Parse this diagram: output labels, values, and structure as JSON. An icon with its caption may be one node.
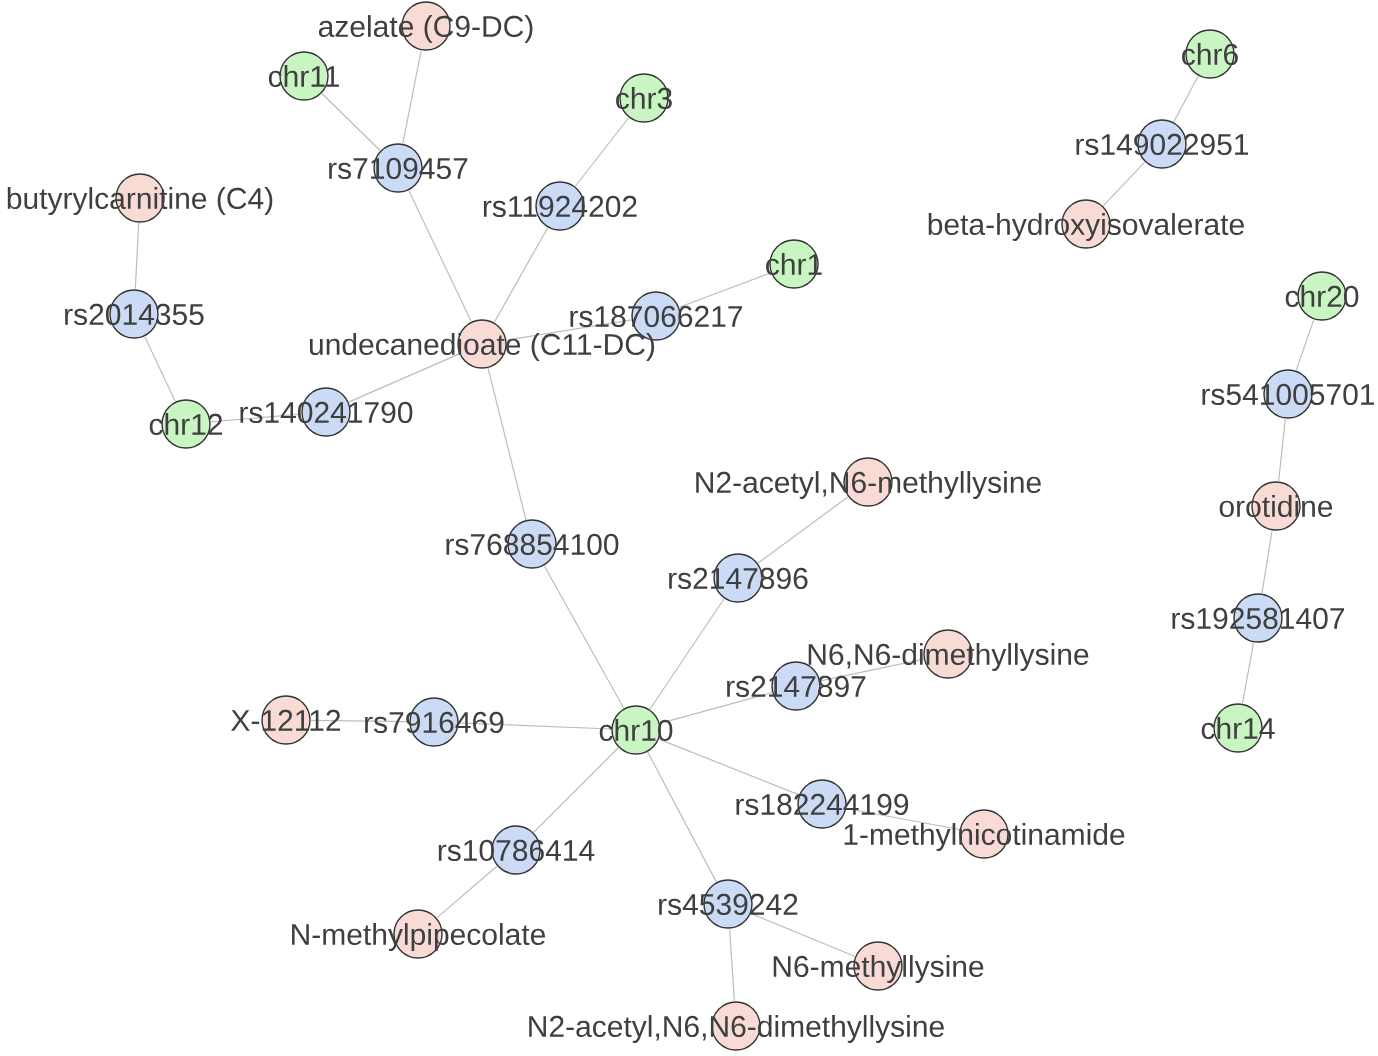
{
  "diagram": {
    "nodes": [
      {
        "text": [
          "azelate (C9-DC)"
        ]
      },
      {
        "text": [
          "chr6"
        ]
      },
      {
        "text": [
          "chr11"
        ]
      },
      {
        "text": [
          "chr3"
        ]
      },
      {
        "text": [
          "rs149022951"
        ]
      },
      {
        "text": [
          "rs7109457"
        ]
      },
      {
        "text": [
          "butyrylcarnitine (C4)"
        ]
      },
      {
        "text": [
          "rs11924202"
        ]
      },
      {
        "text": [
          "beta-hydroxyisovalerate"
        ]
      },
      {
        "text": [
          "chr1"
        ]
      },
      {
        "text": [
          "chr20"
        ]
      },
      {
        "text": [
          "rs2014355"
        ]
      },
      {
        "text": [
          "rs187066217"
        ]
      },
      {
        "text": [
          "undecanedioate (C11-DC)"
        ]
      },
      {
        "text": [
          "rs541005701"
        ]
      },
      {
        "text": [
          "rs140241790"
        ]
      },
      {
        "text": [
          "chr12"
        ]
      },
      {
        "text": [
          "N2-acetyl,N6-methyllysine"
        ]
      },
      {
        "text": [
          "orotidine"
        ]
      },
      {
        "text": [
          "rs768854100"
        ]
      },
      {
        "text": [
          "rs2147896"
        ]
      },
      {
        "text": [
          "rs192581407"
        ]
      },
      {
        "text": [
          "N6,N6-dimethyllysine"
        ]
      },
      {
        "text": [
          "rs2147897"
        ]
      },
      {
        "text": [
          "X-12112"
        ]
      },
      {
        "text": [
          "rs7916469"
        ]
      },
      {
        "text": [
          "chr10"
        ]
      },
      {
        "text": [
          "chr14"
        ]
      },
      {
        "text": [
          "rs182244199"
        ]
      },
      {
        "text": [
          "1-methylnicotinamide"
        ]
      },
      {
        "text": [
          "rs10786414"
        ]
      },
      {
        "text": [
          "rs4539242"
        ]
      },
      {
        "text": [
          "N-methylpipecolate"
        ]
      },
      {
        "text": [
          "N6-methyllysine"
        ]
      },
      {
        "text": [
          "N2-acetyl,N6,N6-dimethyllysine"
        ]
      }
    ],
    "edges": [
      {
        "from": 0,
        "to": 5,
        "arrow": "none"
      },
      {
        "from": 2,
        "to": 5,
        "arrow": "none"
      },
      {
        "from": 5,
        "to": 13,
        "arrow": "none"
      },
      {
        "from": 3,
        "to": 7,
        "arrow": "none"
      },
      {
        "from": 7,
        "to": 13,
        "arrow": "none"
      },
      {
        "from": 9,
        "to": 12,
        "arrow": "none"
      },
      {
        "from": 12,
        "to": 13,
        "arrow": "none"
      },
      {
        "from": 6,
        "to": 11,
        "arrow": "none"
      },
      {
        "from": 11,
        "to": 16,
        "arrow": "none"
      },
      {
        "from": 16,
        "to": 15,
        "arrow": "none"
      },
      {
        "from": 15,
        "to": 13,
        "arrow": "none"
      },
      {
        "from": 13,
        "to": 19,
        "arrow": "none"
      },
      {
        "from": 19,
        "to": 26,
        "arrow": "none"
      },
      {
        "from": 26,
        "to": 20,
        "arrow": "none"
      },
      {
        "from": 20,
        "to": 17,
        "arrow": "none"
      },
      {
        "from": 26,
        "to": 23,
        "arrow": "none"
      },
      {
        "from": 23,
        "to": 22,
        "arrow": "none"
      },
      {
        "from": 24,
        "to": 25,
        "arrow": "none"
      },
      {
        "from": 25,
        "to": 26,
        "arrow": "none"
      },
      {
        "from": 26,
        "to": 28,
        "arrow": "none"
      },
      {
        "from": 28,
        "to": 29,
        "arrow": "none"
      },
      {
        "from": 26,
        "to": 30,
        "arrow": "none"
      },
      {
        "from": 30,
        "to": 32,
        "arrow": "none"
      },
      {
        "from": 26,
        "to": 31,
        "arrow": "none"
      },
      {
        "from": 31,
        "to": 33,
        "arrow": "none"
      },
      {
        "from": 31,
        "to": 34,
        "arrow": "none"
      },
      {
        "from": 1,
        "to": 4,
        "arrow": "none"
      },
      {
        "from": 4,
        "to": 8,
        "arrow": "none"
      },
      {
        "from": 10,
        "to": 14,
        "arrow": "none"
      },
      {
        "from": 14,
        "to": 18,
        "arrow": "none"
      },
      {
        "from": 18,
        "to": 21,
        "arrow": "none"
      },
      {
        "from": 21,
        "to": 27,
        "arrow": "none"
      }
    ]
  }
}
